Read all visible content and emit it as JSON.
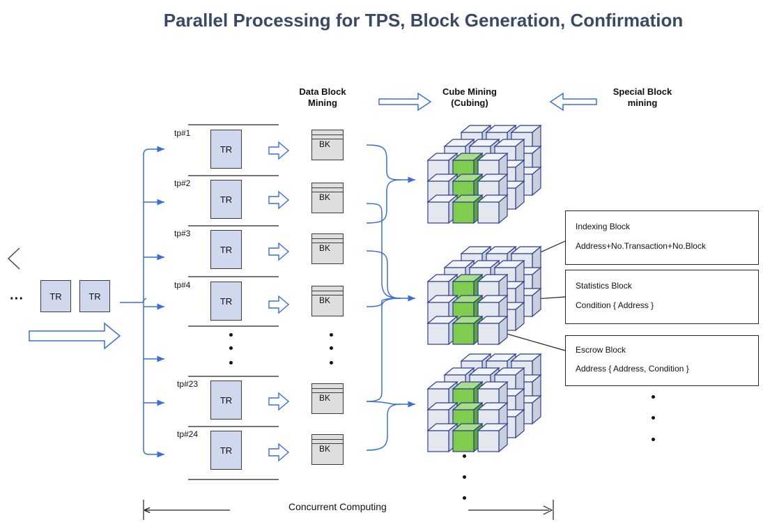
{
  "title": "Parallel Processing for TPS, Block Generation, Confirmation",
  "headers": {
    "data_block_mining": "Data Block Mining",
    "cube_mining": "Cube Mining (Cubing)",
    "special_block_mining": "Special Block mining"
  },
  "input": {
    "ellipsis": "···",
    "tr1": "TR",
    "tr2": "TR",
    "back_glyph": "<"
  },
  "pipelines": [
    {
      "label": "tp#1",
      "tr": "TR",
      "bk": "BK"
    },
    {
      "label": "tp#2",
      "tr": "TR",
      "bk": "BK"
    },
    {
      "label": "tp#3",
      "tr": "TR",
      "bk": "BK"
    },
    {
      "label": "tp#4",
      "tr": "TR",
      "bk": "BK"
    },
    {
      "label": "tp#23",
      "tr": "TR",
      "bk": "BK"
    },
    {
      "label": "tp#24",
      "tr": "TR",
      "bk": "BK"
    }
  ],
  "special_blocks": [
    {
      "name": "Indexing Block",
      "detail": "Address+No.Transaction+No.Block"
    },
    {
      "name": "Statistics Block",
      "detail": "Condition { Address }"
    },
    {
      "name": "Escrow Block",
      "detail": "Address { Address, Condition }"
    }
  ],
  "footer": {
    "label": "Concurrent Computing"
  },
  "colors": {
    "title": "#3a4a66",
    "accent_blue": "#3a6fd8",
    "tr_fill": "#cfd8ec",
    "bk_fill": "#dedede",
    "cube_grey": "#e4e7ee",
    "cube_green": "#7fcc4e"
  }
}
